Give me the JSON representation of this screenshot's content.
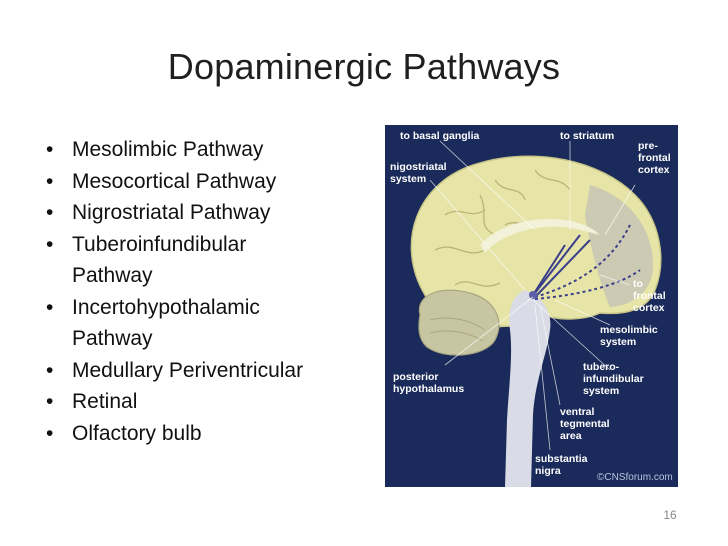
{
  "slide": {
    "title": "Dopaminergic Pathways",
    "bullets": [
      [
        "Mesolimbic Pathway"
      ],
      [
        "Mesocortical Pathway"
      ],
      [
        "Nigrostriatal Pathway"
      ],
      [
        "Tuberoinfundibular",
        "Pathway"
      ],
      [
        "Incertohypothalamic",
        "Pathway"
      ],
      [
        "Medullary Periventricular"
      ],
      [
        "Retinal"
      ],
      [
        "Olfactory bulb"
      ]
    ],
    "bullet_symbol": "•",
    "page_number": "16"
  },
  "figure": {
    "background": "#1a2a5a",
    "labels": {
      "to_basal_ganglia": "to basal ganglia",
      "to_striatum": "to striatum",
      "nigostriatal_1": "nigostriatal",
      "nigostriatal_2": "system",
      "prefrontal_1": "pre-",
      "prefrontal_2": "frontal",
      "prefrontal_3": "cortex",
      "to_frontal_1": "to",
      "to_frontal_2": "frontal",
      "to_frontal_3": "cortex",
      "mesolimbic_1": "mesolimbic",
      "mesolimbic_2": "system",
      "tubero_1": "tubero-",
      "tubero_2": "infundibular",
      "tubero_3": "system",
      "posterior_1": "posterior",
      "posterior_2": "hypothalamus",
      "ventral_1": "ventral",
      "ventral_2": "tegmental",
      "ventral_3": "area",
      "substantia_1": "substantia",
      "substantia_2": "nigra",
      "credit": "©CNSforum.com"
    }
  }
}
